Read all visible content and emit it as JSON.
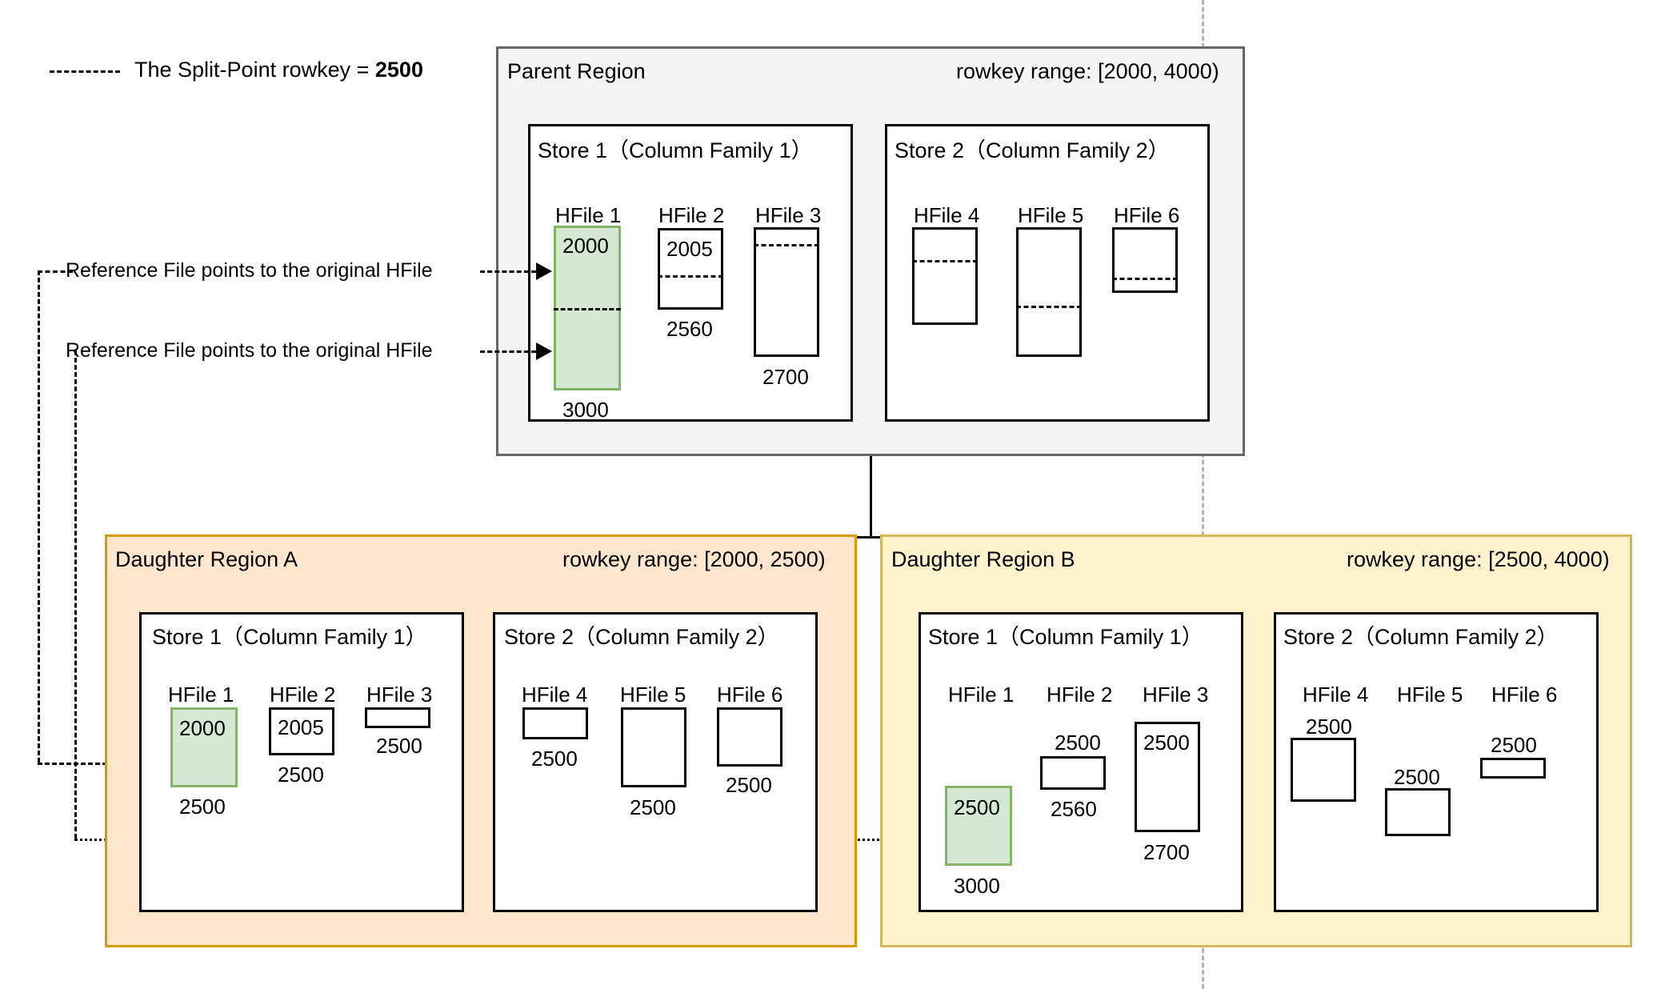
{
  "legend": {
    "text_prefix": "The Split-Point rowkey = ",
    "split_point": "2500"
  },
  "parent": {
    "title": "Parent Region",
    "rowkey_range": "rowkey range: [2000, 4000)",
    "stores": [
      {
        "title": "Store 1（Column Family 1）",
        "hfiles": [
          {
            "label": "HFile 1",
            "top_value": "2000",
            "bottom_value": "3000",
            "highlight": true
          },
          {
            "label": "HFile 2",
            "top_value": "2005",
            "bottom_value": "2560",
            "highlight": false
          },
          {
            "label": "HFile 3",
            "top_value": "",
            "bottom_value": "2700",
            "highlight": false
          }
        ]
      },
      {
        "title": "Store 2（Column Family 2）",
        "hfiles": [
          {
            "label": "HFile 4",
            "top_value": "",
            "bottom_value": "",
            "highlight": false
          },
          {
            "label": "HFile 5",
            "top_value": "",
            "bottom_value": "",
            "highlight": false
          },
          {
            "label": "HFile 6",
            "top_value": "",
            "bottom_value": "",
            "highlight": false
          }
        ]
      }
    ]
  },
  "daughter_a": {
    "title": "Daughter Region A",
    "rowkey_range": "rowkey range: [2000, 2500)",
    "stores": [
      {
        "title": "Store 1（Column Family 1）",
        "hfiles": [
          {
            "label": "HFile 1",
            "top_value": "2000",
            "bottom_value": "2500",
            "highlight": true
          },
          {
            "label": "HFile 2",
            "top_value": "2005",
            "bottom_value": "2500",
            "highlight": false
          },
          {
            "label": "HFile 3",
            "top_value": "",
            "bottom_value": "2500",
            "highlight": false
          }
        ]
      },
      {
        "title": "Store 2（Column Family 2）",
        "hfiles": [
          {
            "label": "HFile 4",
            "top_value": "",
            "bottom_value": "2500",
            "highlight": false
          },
          {
            "label": "HFile 5",
            "top_value": "",
            "bottom_value": "2500",
            "highlight": false
          },
          {
            "label": "HFile 6",
            "top_value": "",
            "bottom_value": "2500",
            "highlight": false
          }
        ]
      }
    ]
  },
  "daughter_b": {
    "title": "Daughter Region B",
    "rowkey_range": "rowkey range: [2500, 4000)",
    "stores": [
      {
        "title": "Store 1（Column Family 1）",
        "hfiles": [
          {
            "label": "HFile 1",
            "top_value": "2500",
            "bottom_value": "3000",
            "highlight": true
          },
          {
            "label": "HFile 2",
            "top_value": "2500",
            "bottom_value": "2560",
            "highlight": false
          },
          {
            "label": "HFile 3",
            "top_value": "2500",
            "bottom_value": "2700",
            "highlight": false
          }
        ]
      },
      {
        "title": "Store 2（Column Family 2）",
        "hfiles": [
          {
            "label": "HFile 4",
            "top_value": "2500",
            "bottom_value": "",
            "highlight": false
          },
          {
            "label": "HFile 5",
            "top_value": "2500",
            "bottom_value": "",
            "highlight": false
          },
          {
            "label": "HFile 6",
            "top_value": "2500",
            "bottom_value": "",
            "highlight": false
          }
        ]
      }
    ]
  },
  "annotations": {
    "reference_1": "Reference File points to the original HFile",
    "reference_2": "Reference File points to the original HFile"
  },
  "colors": {
    "parent_fill": "#f4f4f4",
    "parent_stroke": "#666666",
    "daughter_a_fill": "#ffe6cc",
    "daughter_a_stroke": "#d79b00",
    "daughter_b_fill": "#fff2cc",
    "daughter_b_stroke": "#d6b656",
    "highlight_fill": "#d5e8d4",
    "highlight_stroke": "#82b366",
    "split_line": "#b3b3b3"
  }
}
